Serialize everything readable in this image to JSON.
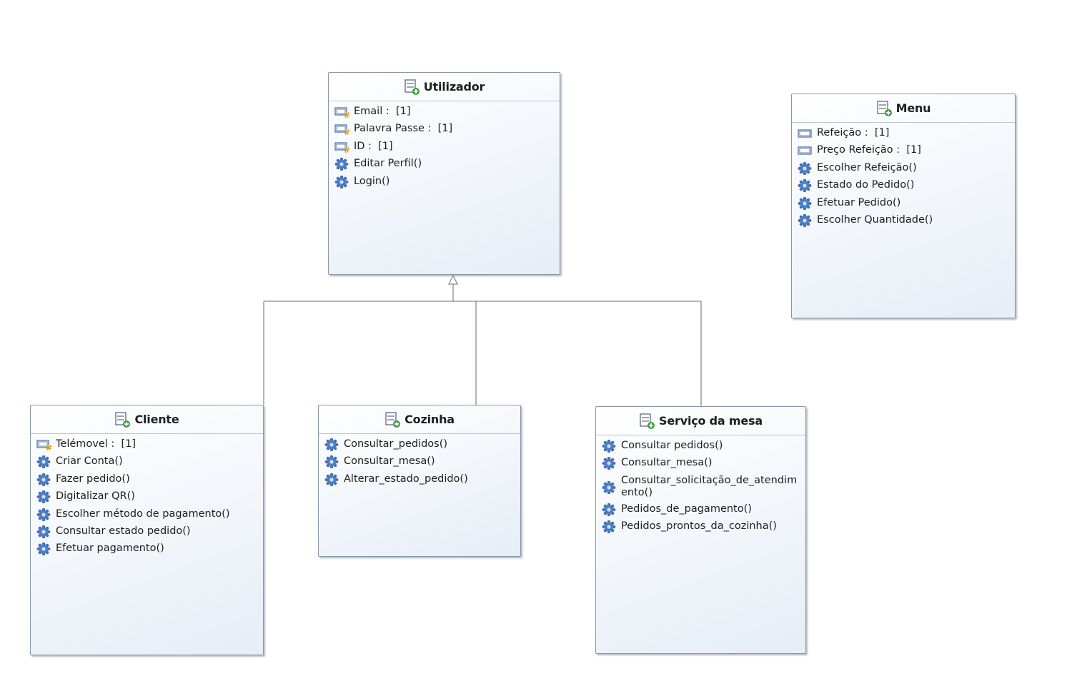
{
  "classes": {
    "utilizador": {
      "name": "Utilizador",
      "members": [
        {
          "kind": "protected-attribute",
          "icon": "protected-attribute-icon",
          "label": "Email :  [1]"
        },
        {
          "kind": "protected-attribute",
          "icon": "protected-attribute-icon",
          "label": "Palavra Passe :  [1]"
        },
        {
          "kind": "protected-attribute",
          "icon": "protected-attribute-icon",
          "label": "ID :  [1]"
        },
        {
          "kind": "operation",
          "icon": "operation-gear-icon",
          "label": "Editar Perfil()"
        },
        {
          "kind": "operation",
          "icon": "operation-gear-icon",
          "label": "Login()"
        }
      ]
    },
    "menu": {
      "name": "Menu",
      "members": [
        {
          "kind": "attribute",
          "icon": "attribute-icon",
          "label": "Refeição :  [1]"
        },
        {
          "kind": "attribute",
          "icon": "attribute-icon",
          "label": "Preço Refeição :  [1]"
        },
        {
          "kind": "operation",
          "icon": "operation-gear-icon",
          "label": "Escolher Refeição()"
        },
        {
          "kind": "operation",
          "icon": "operation-gear-icon",
          "label": "Estado do Pedido()"
        },
        {
          "kind": "operation",
          "icon": "operation-gear-icon",
          "label": "Efetuar Pedido()"
        },
        {
          "kind": "operation",
          "icon": "operation-gear-icon",
          "label": "Escolher Quantidade()"
        }
      ]
    },
    "cliente": {
      "name": "Cliente",
      "members": [
        {
          "kind": "protected-attribute",
          "icon": "protected-attribute-icon",
          "label": "Telémovel :  [1]"
        },
        {
          "kind": "operation",
          "icon": "operation-gear-icon",
          "label": "Criar Conta()"
        },
        {
          "kind": "operation",
          "icon": "operation-gear-icon",
          "label": "Fazer pedido()"
        },
        {
          "kind": "operation",
          "icon": "operation-gear-icon",
          "label": "Digitalizar QR()"
        },
        {
          "kind": "operation",
          "icon": "operation-gear-icon",
          "label": "Escolher método de pagamento()"
        },
        {
          "kind": "operation",
          "icon": "operation-gear-icon",
          "label": "Consultar estado pedido()"
        },
        {
          "kind": "operation",
          "icon": "operation-gear-icon",
          "label": "Efetuar pagamento()"
        }
      ]
    },
    "cozinha": {
      "name": "Cozinha",
      "members": [
        {
          "kind": "operation",
          "icon": "operation-gear-icon",
          "label": "Consultar_pedidos()"
        },
        {
          "kind": "operation",
          "icon": "operation-gear-icon",
          "label": "Consultar_mesa()"
        },
        {
          "kind": "operation",
          "icon": "operation-gear-icon",
          "label": "Alterar_estado_pedido()"
        }
      ]
    },
    "servico": {
      "name": "Serviço da mesa",
      "members": [
        {
          "kind": "operation",
          "icon": "operation-gear-icon",
          "label": "Consultar pedidos()"
        },
        {
          "kind": "operation",
          "icon": "operation-gear-icon",
          "label": "Consultar_mesa()"
        },
        {
          "kind": "operation",
          "icon": "operation-gear-icon",
          "label": "Consultar_solicitação_de_atendimento()"
        },
        {
          "kind": "operation",
          "icon": "operation-gear-icon",
          "label": "Pedidos_de_pagamento()"
        },
        {
          "kind": "operation",
          "icon": "operation-gear-icon",
          "label": "Pedidos_prontos_da_cozinha()"
        }
      ]
    }
  },
  "relationships": [
    {
      "type": "generalization",
      "from": "Cliente",
      "to": "Utilizador"
    },
    {
      "type": "generalization",
      "from": "Cozinha",
      "to": "Utilizador"
    },
    {
      "type": "generalization",
      "from": "Serviço da mesa",
      "to": "Utilizador"
    }
  ],
  "colors": {
    "border": "#8a97ab",
    "connector": "#8c8c8c",
    "class-icon-green": "#3f9b3f",
    "protected-badge": "#e3a21a",
    "gear": "#3f6fb5"
  }
}
